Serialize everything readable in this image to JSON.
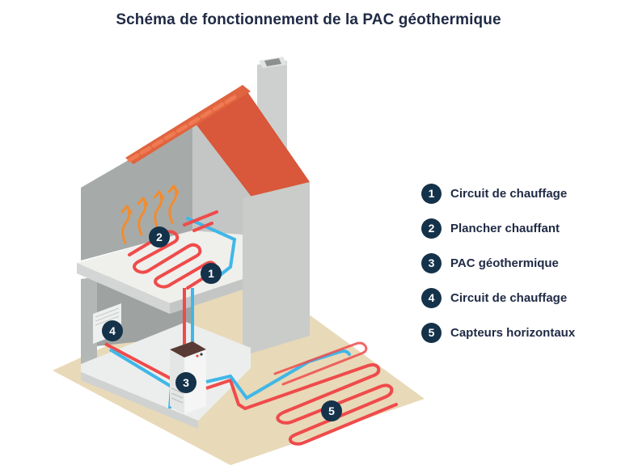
{
  "title": "Schéma de fonctionnement de la PAC géothermique",
  "diagram": {
    "badges": [
      {
        "number": "1"
      },
      {
        "number": "2"
      },
      {
        "number": "3"
      },
      {
        "number": "4"
      },
      {
        "number": "5"
      }
    ]
  },
  "legend": {
    "items": [
      {
        "number": "1",
        "label": "Circuit de chauffage"
      },
      {
        "number": "2",
        "label": "Plancher chauffant"
      },
      {
        "number": "3",
        "label": "PAC géothermique"
      },
      {
        "number": "4",
        "label": "Circuit de chauffage"
      },
      {
        "number": "5",
        "label": "Capteurs horizontaux"
      }
    ]
  },
  "colors": {
    "badge": "#14324a",
    "roof": "#d9573a",
    "hot_pipe": "#ef4b4b",
    "cold_pipe": "#3fb7e8",
    "heat_arrows": "#f28c2e",
    "ground": "#e8d9b8",
    "walls": "#c9ccc9"
  }
}
